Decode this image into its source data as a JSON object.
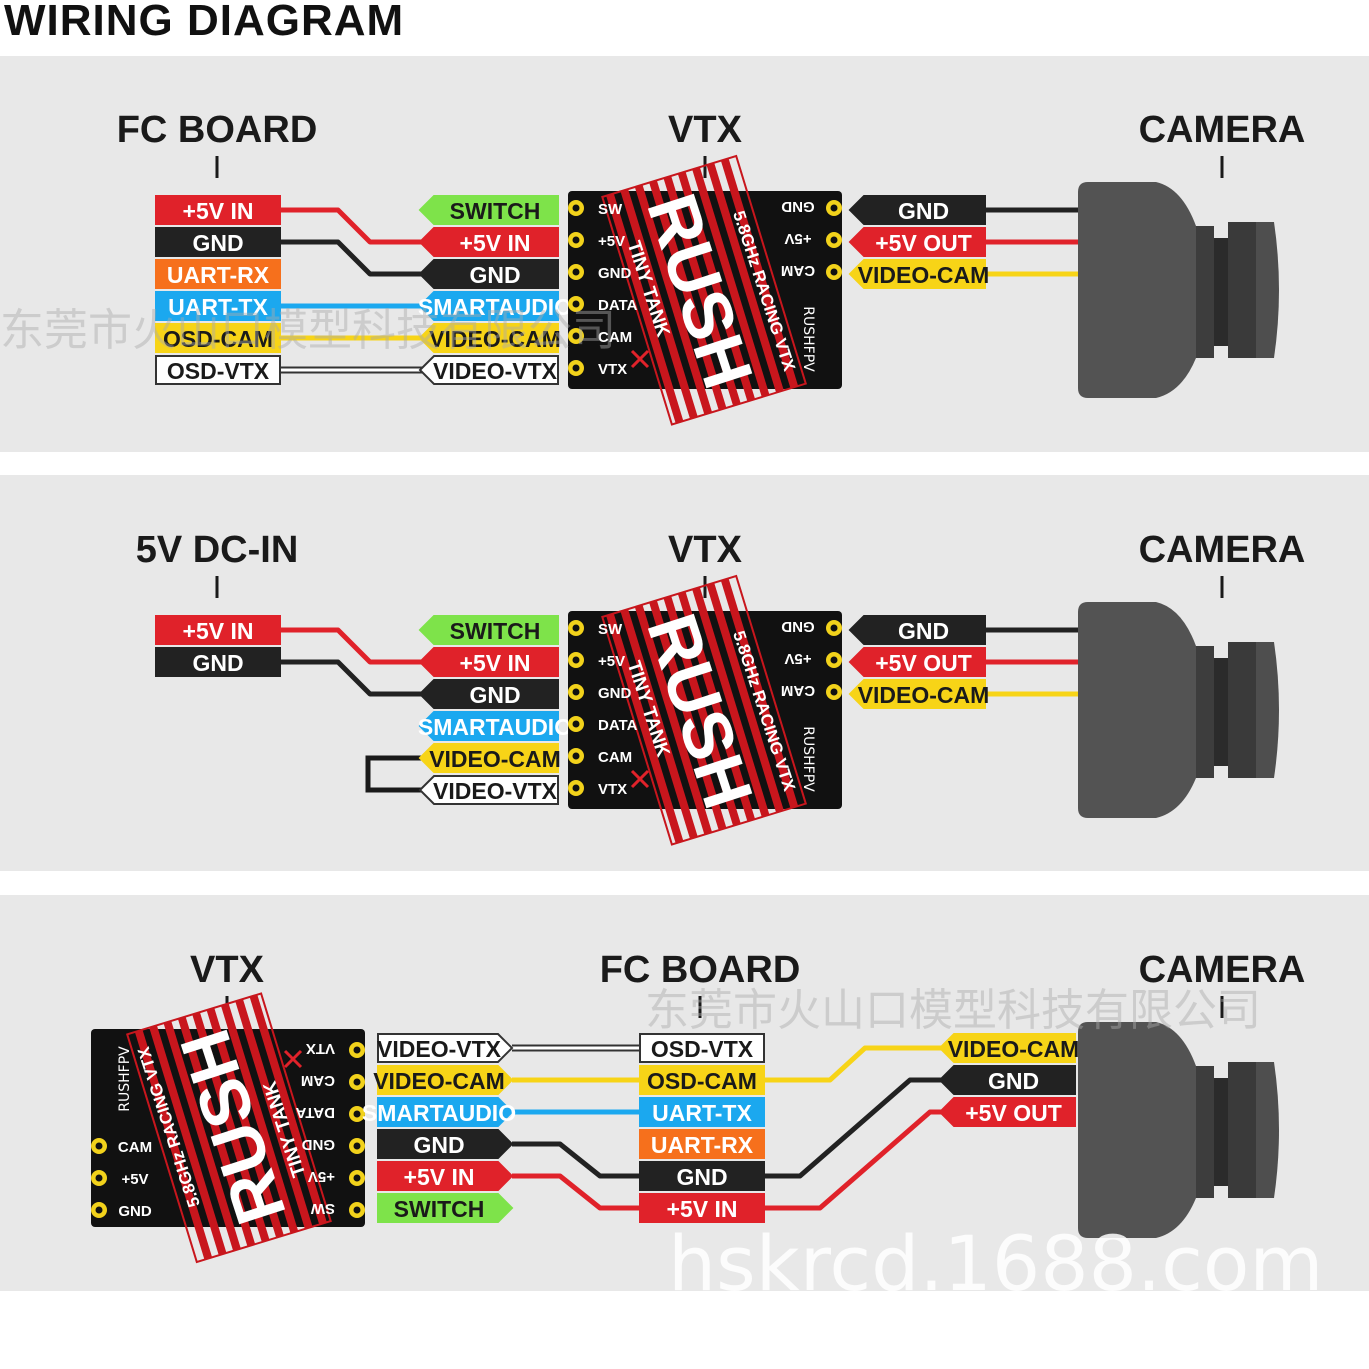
{
  "title": "WIRING DIAGRAM",
  "colors": {
    "red": "#e0222a",
    "black": "#222222",
    "orange": "#f6701c",
    "blue": "#1ba8ef",
    "yellow": "#f7d417",
    "white": "#ffffff",
    "green": "#7ee34a",
    "panel": "#e8e8e8"
  },
  "panels": [
    {
      "headings": {
        "left": "FC BOARD",
        "middle": "VTX",
        "right": "CAMERA"
      },
      "fc_pins": [
        "+5V IN",
        "GND",
        "UART-RX",
        "UART-TX",
        "OSD-CAM",
        "OSD-VTX"
      ],
      "vtx_left_pins": [
        "SWITCH",
        "+5V IN",
        "GND",
        "SMARTAUDIO",
        "VIDEO-CAM",
        "VIDEO-VTX"
      ],
      "vtx_right_pins": [
        "GND",
        "+5V OUT",
        "VIDEO-CAM"
      ]
    },
    {
      "headings": {
        "left": "5V DC-IN",
        "middle": "VTX",
        "right": "CAMERA"
      },
      "dc_pins": [
        "+5V IN",
        "GND"
      ],
      "vtx_left_pins": [
        "SWITCH",
        "+5V IN",
        "GND",
        "SMARTAUDIO",
        "VIDEO-CAM",
        "VIDEO-VTX"
      ],
      "vtx_right_pins": [
        "GND",
        "+5V OUT",
        "VIDEO-CAM"
      ]
    },
    {
      "headings": {
        "left": "VTX",
        "middle": "FC BOARD",
        "right": "CAMERA"
      },
      "vtx_pins": [
        "VIDEO-VTX",
        "VIDEO-CAM",
        "SMARTAUDIO",
        "GND",
        "+5V IN",
        "SWITCH"
      ],
      "fc_pins": [
        "OSD-VTX",
        "OSD-CAM",
        "UART-TX",
        "UART-RX",
        "GND",
        "+5V IN"
      ],
      "cam_pins": [
        "VIDEO-CAM",
        "GND",
        "+5V OUT"
      ]
    }
  ],
  "vtx_board": {
    "pins_left": [
      "SW",
      "+5V",
      "GND",
      "DATA",
      "CAM",
      "VTX"
    ],
    "pins_right": [
      "GND",
      "+5V",
      "CAM"
    ],
    "logo": "RUSH",
    "model": "TINY TANK",
    "spec": "5.8GHz RACING VTX",
    "brand": "RUSHFPV"
  },
  "watermarks": [
    "东莞市火山口模型科技有限公司",
    "hskrcd.1688.com"
  ]
}
